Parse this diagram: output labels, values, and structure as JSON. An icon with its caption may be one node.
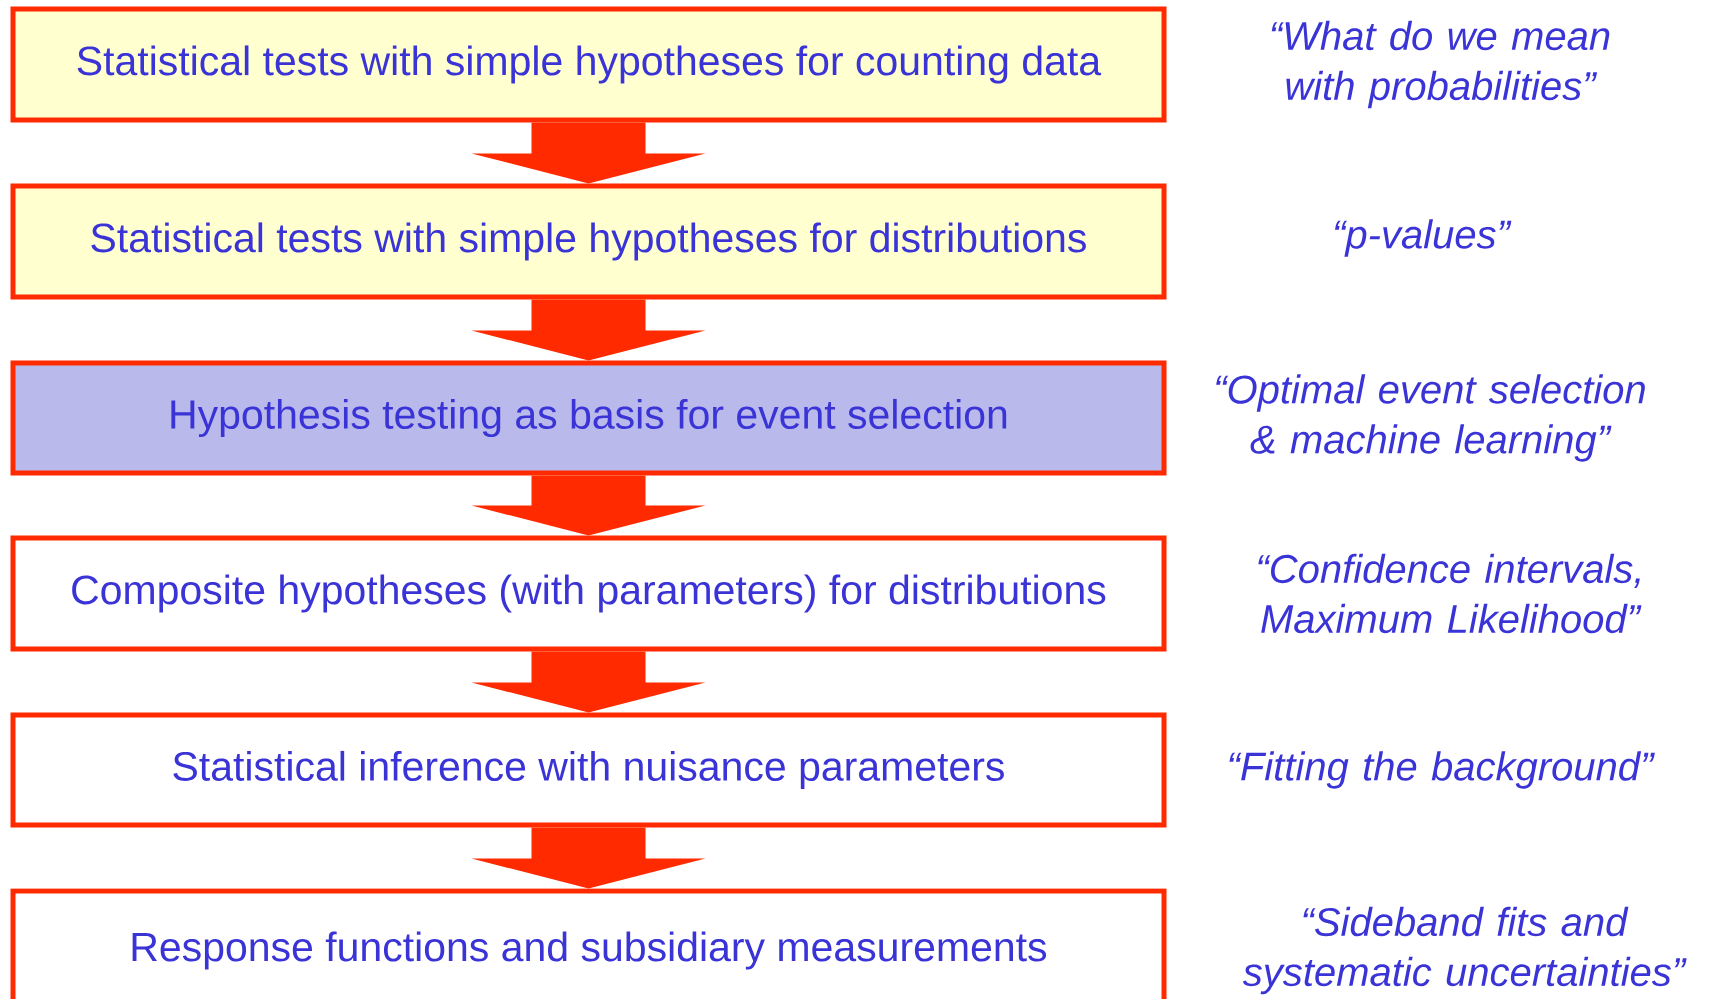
{
  "diagram": {
    "nodes": [
      {
        "text": [
          "Statistical tests with simple hypotheses for counting data"
        ],
        "beside": [
          "“What do we mean with probabilities”"
        ]
      },
      {
        "text": [
          "Statistical tests with simple hypotheses for distributions"
        ]
      },
      {
        "text": [
          "Hypothesis testing as basis for event selection"
        ],
        "beside": [
          "“Optimal event selection & machine learning”"
        ]
      },
      {
        "text": [
          "Composite hypotheses (with parameters) for distributions"
        ],
        "beside": [
          "“Confidence intervals, Maximum Likelihood”"
        ]
      },
      {
        "text": [
          "Statistical inference with nuisance parameters"
        ],
        "beside": [
          "“Fitting the background”"
        ]
      },
      {
        "text": [
          "Response functions and subsidiary measurements"
        ],
        "beside": [
          "“Sideband fits and systematic uncertainties”"
        ]
      }
    ],
    "edges": [
      {
        "from": 0,
        "to": 1,
        "arrow": "to"
      },
      {
        "from": 1,
        "to": 2,
        "arrow": "to"
      },
      {
        "from": 2,
        "to": 3,
        "arrow": "to"
      },
      {
        "from": 3,
        "to": 4,
        "arrow": "to"
      },
      {
        "from": 4,
        "to": 5,
        "arrow": "to"
      }
    ],
    "labels": [
      "“p-values”"
    ]
  }
}
